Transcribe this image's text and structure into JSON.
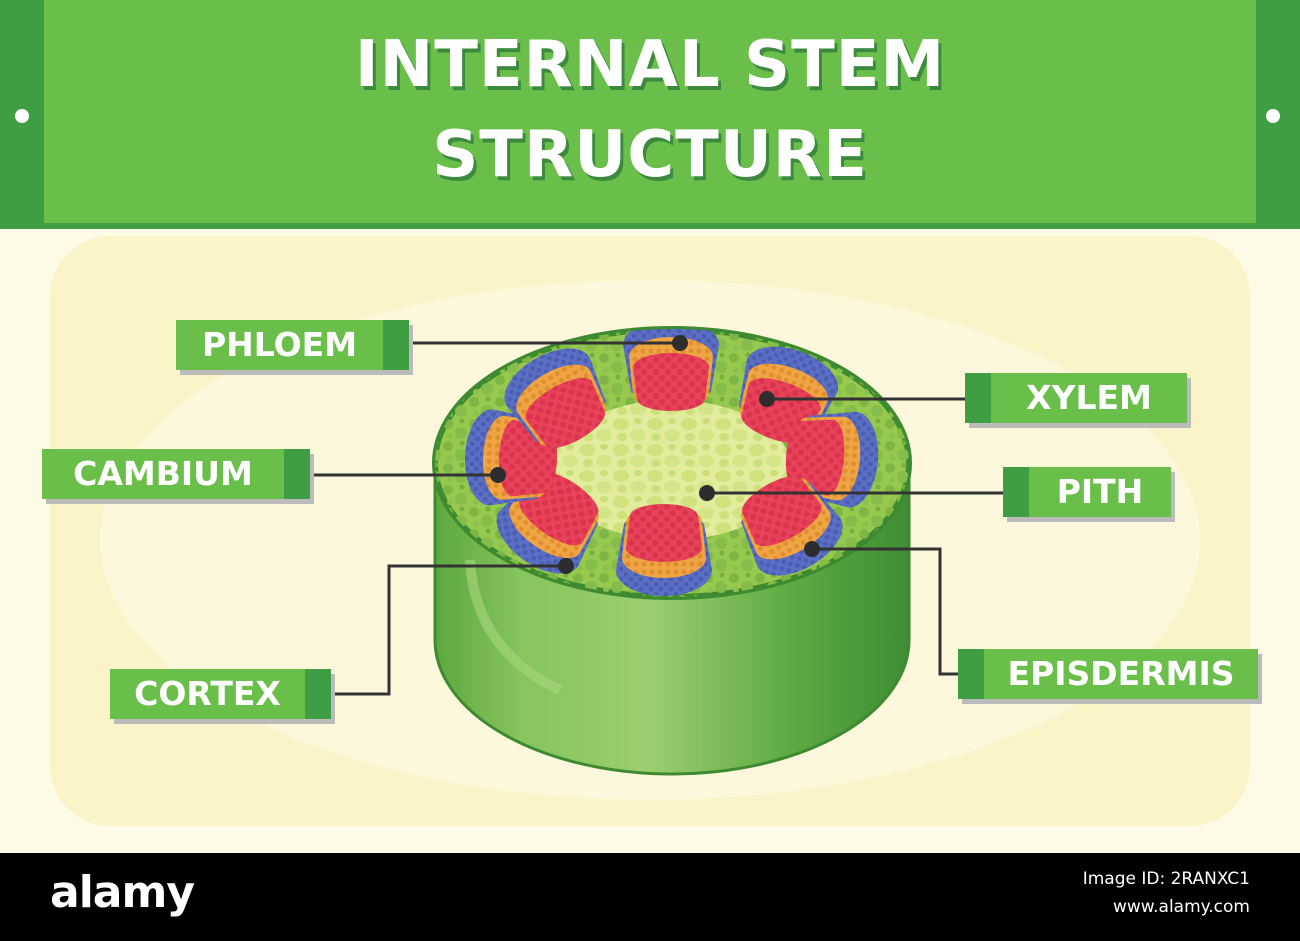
{
  "title_line1": "INTERNAL STEM",
  "title_line2": "STRUCTURE",
  "labels": {
    "phloem": "PHLOEM",
    "xylem": "XYLEM",
    "cambium": "CAMBIUM",
    "pith": "PITH",
    "cortex": "CORTEX",
    "epidermis": "EPISDERMIS"
  },
  "footer": {
    "brand": "alamy",
    "image_id": "Image ID: 2RANXC1",
    "site": "www.alamy.com"
  },
  "colors": {
    "banner": "#6abf4b",
    "banner_dark": "#3f9e44",
    "background": "#fdfbe6",
    "xylem": "#e8425a",
    "phloem": "#5b6fc4",
    "cambium": "#f0a545",
    "stem_side": "#7fc157",
    "stem_top": "#96c94e"
  }
}
